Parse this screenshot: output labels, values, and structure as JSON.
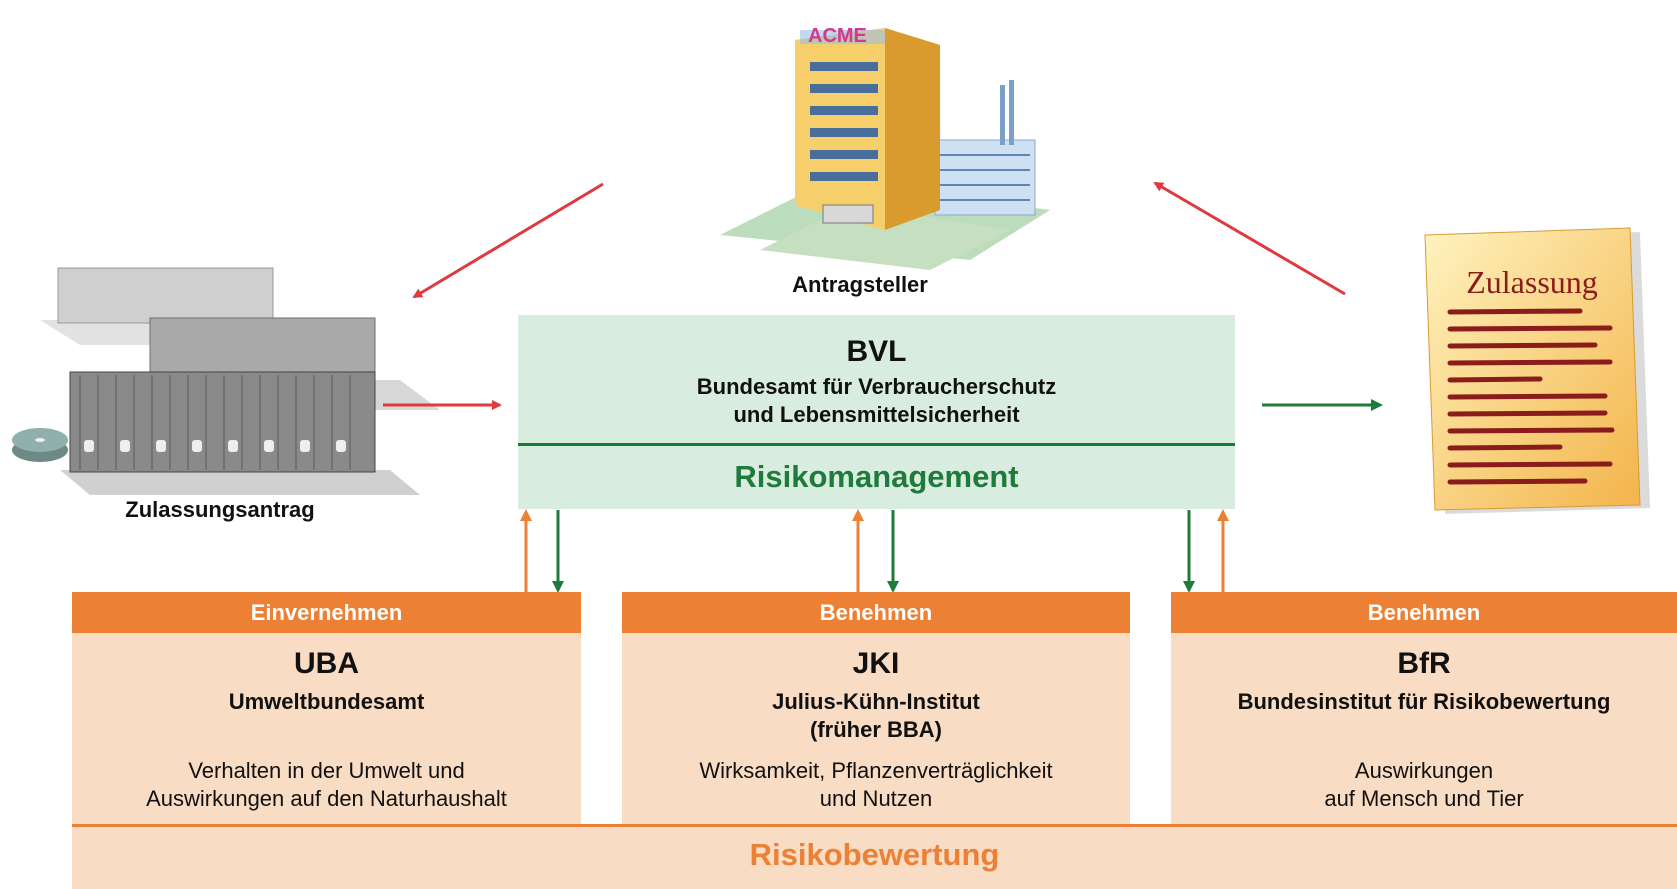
{
  "applicant": {
    "logo_text": "ACME",
    "label": "Antragsteller"
  },
  "application": {
    "label": "Zulassungsantrag"
  },
  "approval": {
    "doc_title": "Zulassung"
  },
  "bvl": {
    "abbr": "BVL",
    "name_line1": "Bundesamt für Verbraucherschutz",
    "name_line2": "und Lebensmittelsicherheit",
    "role": "Risikomanagement"
  },
  "agencies": [
    {
      "relation": "Einvernehmen",
      "abbr": "UBA",
      "name_line1": "Umweltbundesamt",
      "name_line2": "",
      "desc_line1": "Verhalten in der Umwelt und",
      "desc_line2": "Auswirkungen auf den Naturhaushalt"
    },
    {
      "relation": "Benehmen",
      "abbr": "JKI",
      "name_line1": "Julius-Kühn-Institut",
      "name_line2": "(früher BBA)",
      "desc_line1": "Wirksamkeit, Pflanzenverträglichkeit",
      "desc_line2": "und Nutzen"
    },
    {
      "relation": "Benehmen",
      "abbr": "BfR",
      "name_line1": "Bundesinstitut für Risikobewertung",
      "name_line2": "",
      "desc_line1": "Auswirkungen",
      "desc_line2": "auf Mensch und Tier"
    }
  ],
  "assessment": {
    "label": "Risikobewertung"
  },
  "colors": {
    "red_arrow": "#e03a3e",
    "green": "#1f7b3b",
    "orange": "#ec8035",
    "bvl_fill": "#d8ecdf",
    "agency_fill": "#f8dcc4"
  }
}
